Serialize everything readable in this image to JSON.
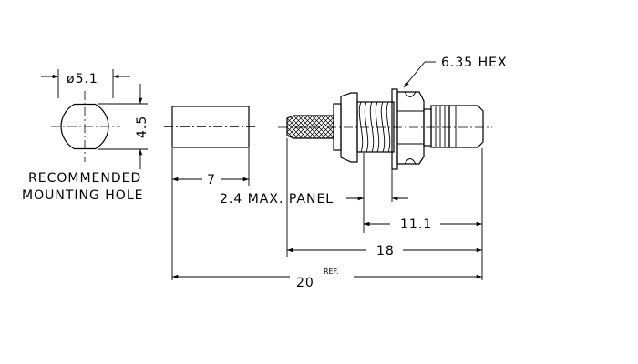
{
  "drawing": {
    "hole_note_line1": "RECOMMENDED",
    "hole_note_line2": "MOUNTING HOLE",
    "dim_diameter": "ø5.1",
    "dim_flat": "4.5",
    "dim_hex": "6.35 HEX",
    "dim_panel": "2.4 MAX. PANEL",
    "dim_crimp_length": "7",
    "dim_11_1": "11.1",
    "dim_18": "18",
    "dim_20": "20",
    "dim_20_suffix": "REF."
  }
}
